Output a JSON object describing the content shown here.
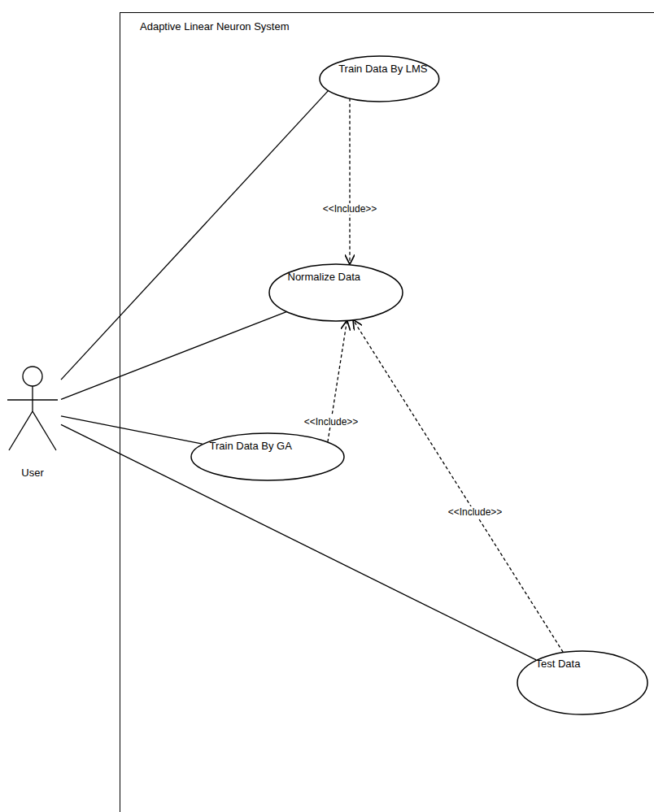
{
  "diagram": {
    "nodes": [
      {
        "text": [
          "Adaptive Linear Neuron System"
        ]
      },
      {
        "text": [
          "Train Data By LMS"
        ],
        "in": 0
      },
      {
        "text": [
          "Normalize Data"
        ],
        "in": 0
      },
      {
        "text": [
          "User"
        ]
      },
      {
        "text": [
          "Train Data By GA"
        ],
        "in": 0
      },
      {
        "text": [
          "Test Data"
        ],
        "in": 0
      }
    ],
    "edges": [
      {
        "from": 3,
        "to": 1,
        "arrow": "none"
      },
      {
        "from": 3,
        "to": 2,
        "arrow": "none"
      },
      {
        "from": 3,
        "to": 4,
        "arrow": "none"
      },
      {
        "from": 3,
        "to": 5,
        "arrow": "none"
      },
      {
        "from": 1,
        "to": 2,
        "arrow": "to",
        "label": "<<Include>>"
      },
      {
        "from": 4,
        "to": 2,
        "arrow": "to",
        "label": "<<Include>>"
      },
      {
        "from": 5,
        "to": 2,
        "arrow": "to",
        "label": "<<Include>>"
      }
    ]
  }
}
